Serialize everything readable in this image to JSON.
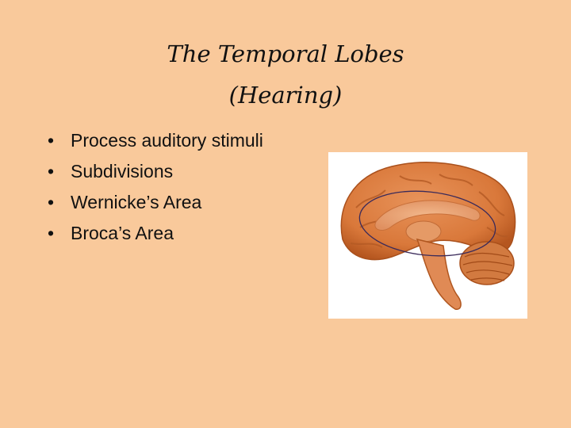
{
  "slide": {
    "title_lines": [
      "The Temporal Lobes",
      "(Hearing)"
    ],
    "bullets": [
      "Process auditory stimuli",
      "Subdivisions",
      "Wernicke’s Area",
      "Broca’s Area"
    ],
    "image": {
      "subject": "brain-sagittal-section",
      "highlight": "ellipse-outline"
    }
  },
  "colors": {
    "background": "#f9c99b",
    "text": "#111111",
    "brain_tissue": "#d9783a",
    "highlight_outline": "#3a2a5a"
  }
}
